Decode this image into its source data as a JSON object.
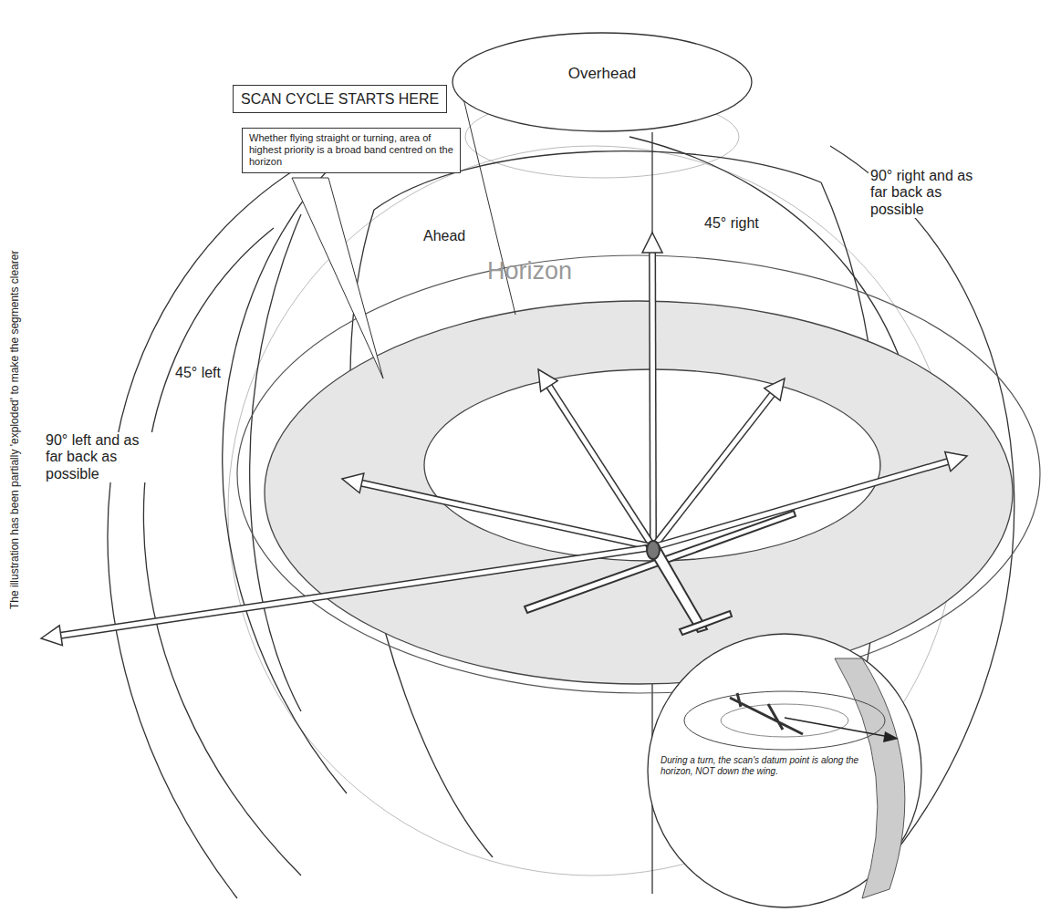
{
  "diagram": {
    "nodes": [
      {
        "text": [
          "Overhead"
        ]
      },
      {
        "text": [
          "SCAN CYCLE STARTS HERE"
        ]
      },
      {
        "text": [
          "Whether flying straight or turning, area of highest priority is a broad band centred on the horizon"
        ]
      }
    ],
    "labels": [
      "Ahead",
      "45° right",
      "90° right and as far back as possible",
      "Horizon",
      "45° left",
      "90° left and as far back as possible",
      "The illustration has been partially 'exploded' to make the segments clearer",
      "During a turn, the scan's datum point is along the horizon, NOT down the wing."
    ]
  }
}
